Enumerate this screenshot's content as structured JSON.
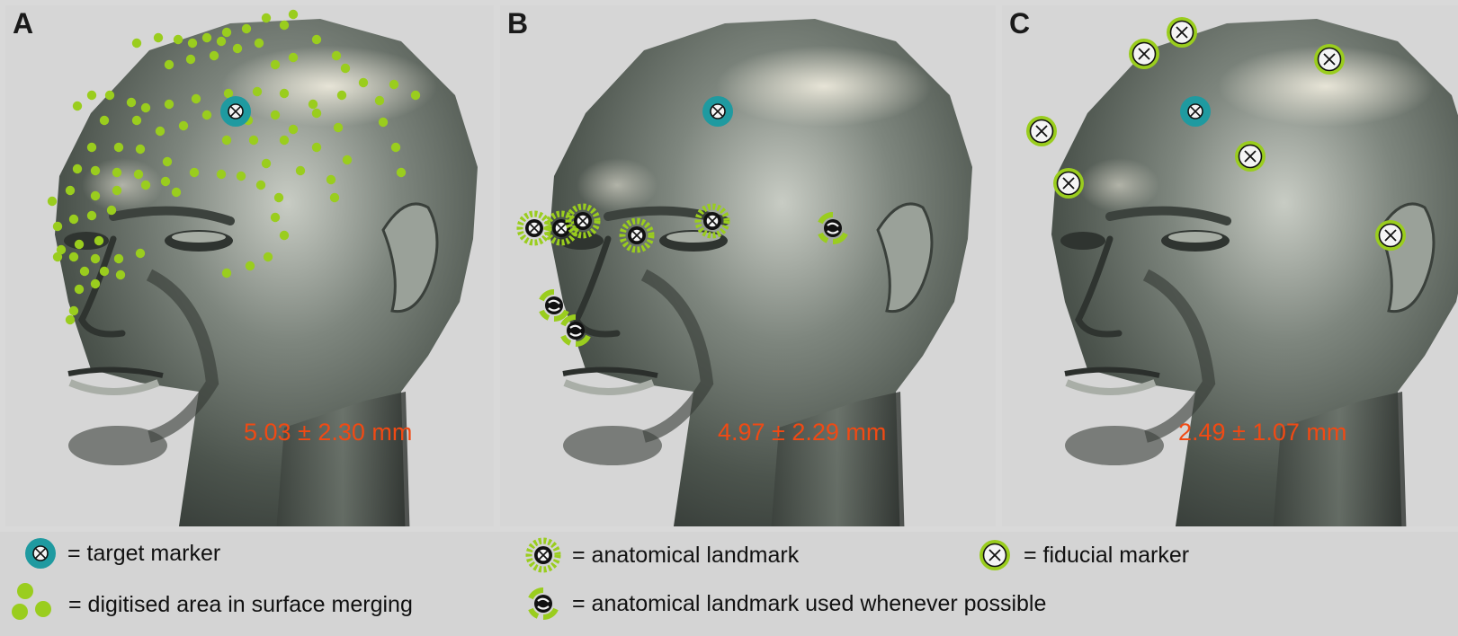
{
  "panels": [
    {
      "letter": "A",
      "error": "5.03 ± 2.30 mm"
    },
    {
      "letter": "B",
      "error": "4.97 ± 2.29 mm"
    },
    {
      "letter": "C",
      "error": "2.49 ± 1.07 mm"
    }
  ],
  "legend": {
    "target_marker": "= target marker",
    "digitised_area": "= digitised area in surface merging",
    "anatomical_landmark": "= anatomical landmark",
    "anatomical_landmark_possible": "= anatomical landmark used whenever possible",
    "fiducial_marker": "= fiducial marker"
  },
  "colors": {
    "target": "#1f9aa0",
    "green": "#9acd1e",
    "error_text": "#f04a14",
    "head_base": "#59625a"
  }
}
